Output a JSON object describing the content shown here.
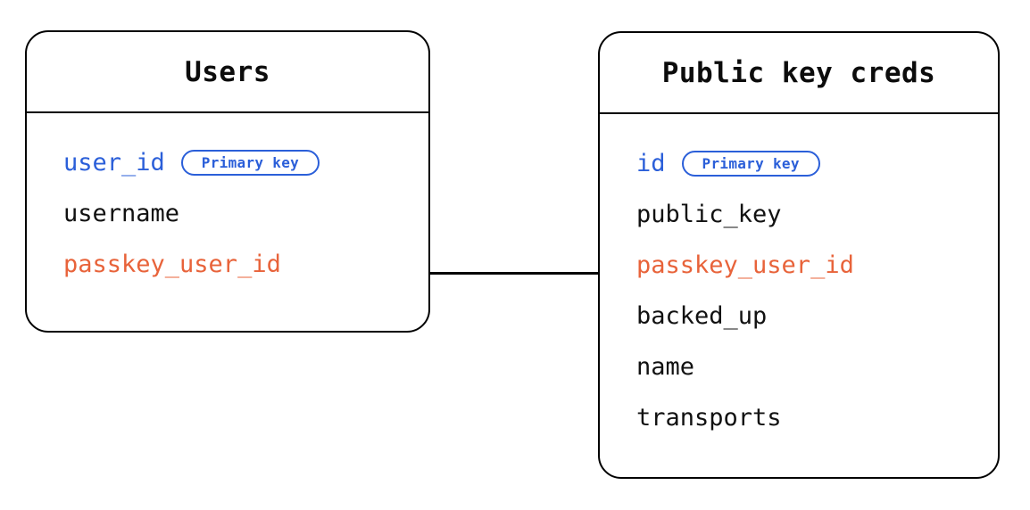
{
  "diagram": {
    "type": "entity-relationship-diagram",
    "background_color": "#ffffff",
    "colors": {
      "border": "#000000",
      "primary_key_accent": "#2b5fd9",
      "foreign_key_accent": "#e8633a",
      "text": "#111111"
    }
  },
  "entities": [
    {
      "id": "users",
      "title": "Users",
      "fields": [
        {
          "name": "user_id",
          "role": "primary-key",
          "badge": "Primary key"
        },
        {
          "name": "username",
          "role": "plain",
          "badge": null
        },
        {
          "name": "passkey_user_id",
          "role": "foreign-key",
          "badge": null
        }
      ]
    },
    {
      "id": "public_key_creds",
      "title": "Public key creds",
      "fields": [
        {
          "name": "id",
          "role": "primary-key",
          "badge": "Primary key"
        },
        {
          "name": "public_key",
          "role": "plain",
          "badge": null
        },
        {
          "name": "passkey_user_id",
          "role": "foreign-key",
          "badge": null
        },
        {
          "name": "backed_up",
          "role": "plain",
          "badge": null
        },
        {
          "name": "name",
          "role": "plain",
          "badge": null
        },
        {
          "name": "transports",
          "role": "plain",
          "badge": null
        }
      ]
    }
  ],
  "relationships": [
    {
      "id": "users-to-public-key-creds",
      "from_entity": "users",
      "to_entity": "public_key_creds",
      "from_field": "passkey_user_id",
      "to_field": "passkey_user_id",
      "style": "straight-line"
    }
  ]
}
